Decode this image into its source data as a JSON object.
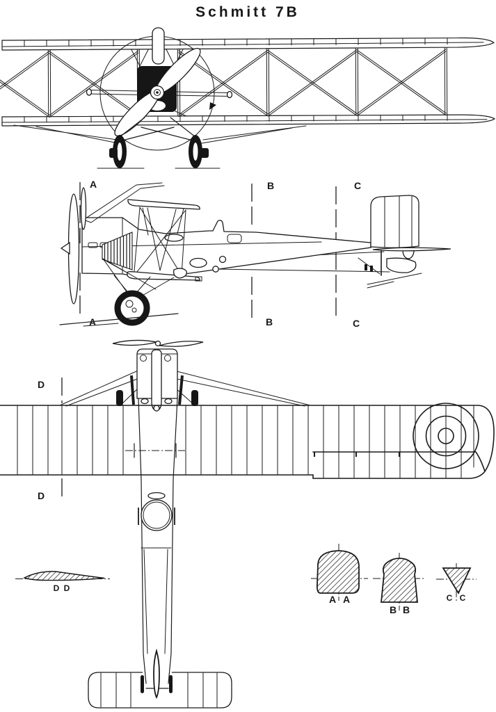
{
  "title": "Schmitt 7B",
  "ink": "#1a1a1a",
  "side_view": {
    "labels": {
      "a_top": "A",
      "a_bottom": "A",
      "b_top": "B",
      "b_bottom": "B",
      "c_top": "C",
      "c_bottom": "C"
    }
  },
  "plan_view": {
    "labels": {
      "d_top": "D",
      "d_bottom": "D"
    }
  },
  "cross_sections": {
    "aa": {
      "left": "A",
      "right": "A"
    },
    "bb": {
      "left": "B",
      "right": "B"
    },
    "cc": {
      "left": "C",
      "right": "C"
    },
    "dd": {
      "left": "D",
      "right": "D"
    }
  }
}
